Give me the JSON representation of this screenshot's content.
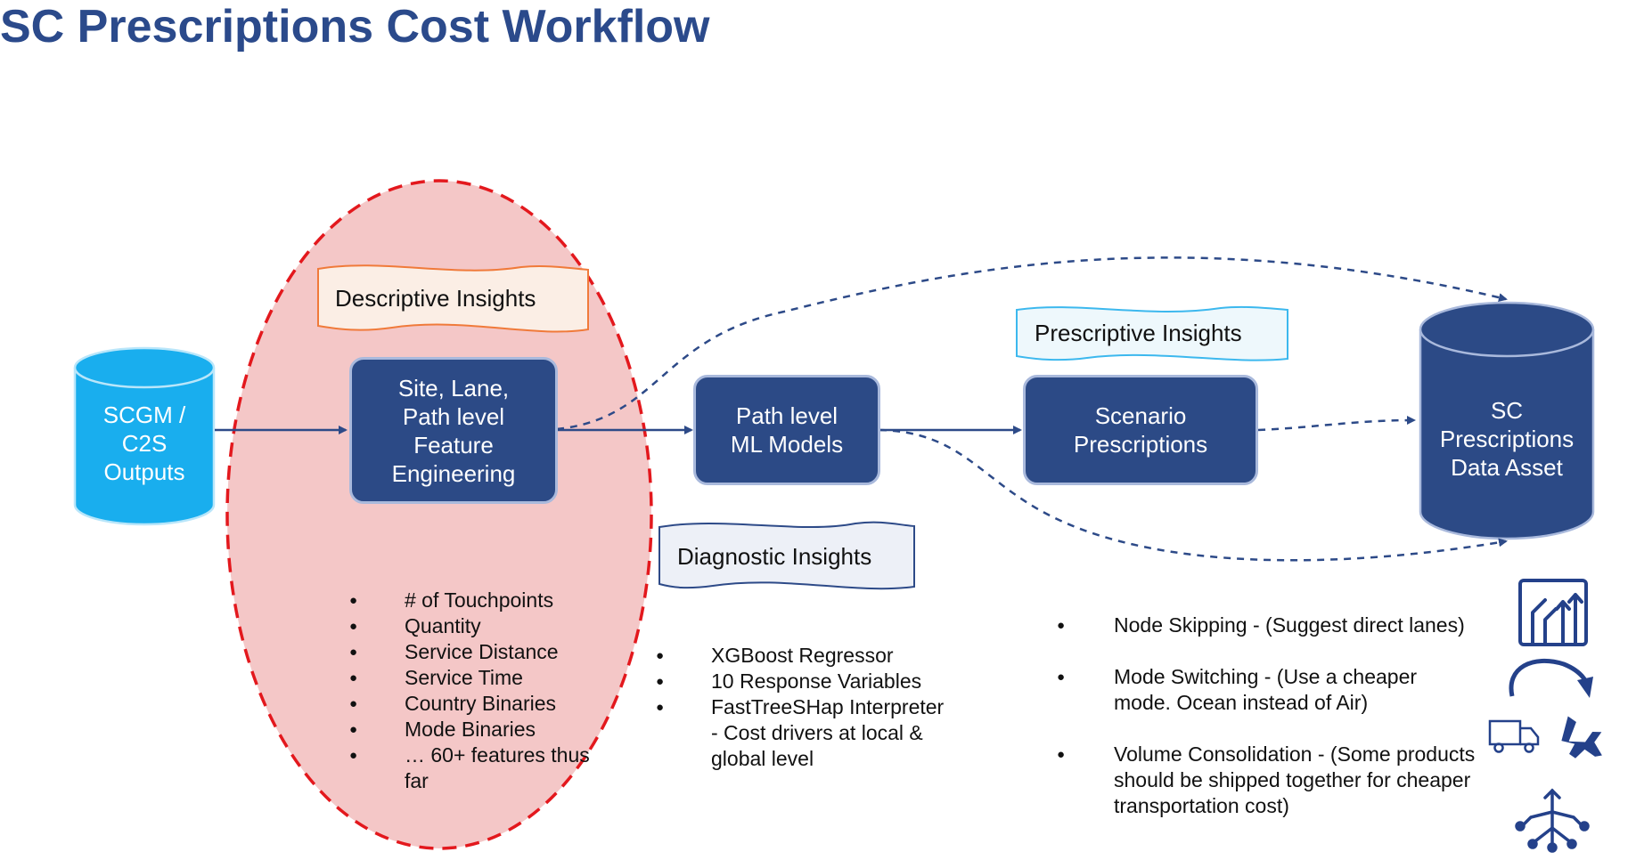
{
  "title": "SC Prescriptions Cost Workflow",
  "source": {
    "label": "SCGM /\nC2S\nOutputs"
  },
  "feature_box": {
    "label": "Site, Lane,\nPath level\nFeature\nEngineering"
  },
  "ml_box": {
    "label": "Path level\nML Models"
  },
  "scenario_box": {
    "label": "Scenario\nPrescriptions"
  },
  "target": {
    "label": "SC\nPrescriptions\nData Asset"
  },
  "banners": {
    "descriptive": "Descriptive Insights",
    "diagnostic": "Diagnostic Insights",
    "prescriptive": "Prescriptive Insights"
  },
  "feature_list": [
    "# of Touchpoints",
    "Quantity",
    "Service Distance",
    "Service Time",
    "Country Binaries",
    "Mode Binaries",
    "… 60+ features thus far"
  ],
  "model_list": [
    "XGBoost Regressor",
    "10 Response Variables",
    "FastTreeSHap Interpreter - Cost drivers at local & global level"
  ],
  "prescription_list": [
    "Node Skipping - (Suggest direct lanes)",
    "Mode Switching - (Use a cheaper mode. Ocean instead of Air)",
    "Volume Consolidation - (Some products should be shipped together for cheaper transportation cost)"
  ],
  "icons": [
    "routes-icon",
    "truck-to-plane-icon",
    "consolidation-tree-icon"
  ],
  "colors": {
    "title": "#2b4a8b",
    "box": "#2c4a86",
    "source_cylinder": "#19aeee",
    "ellipse_fill": "#f4c7c7",
    "ellipse_border": "#e3181d",
    "arrow": "#2d4a88"
  }
}
